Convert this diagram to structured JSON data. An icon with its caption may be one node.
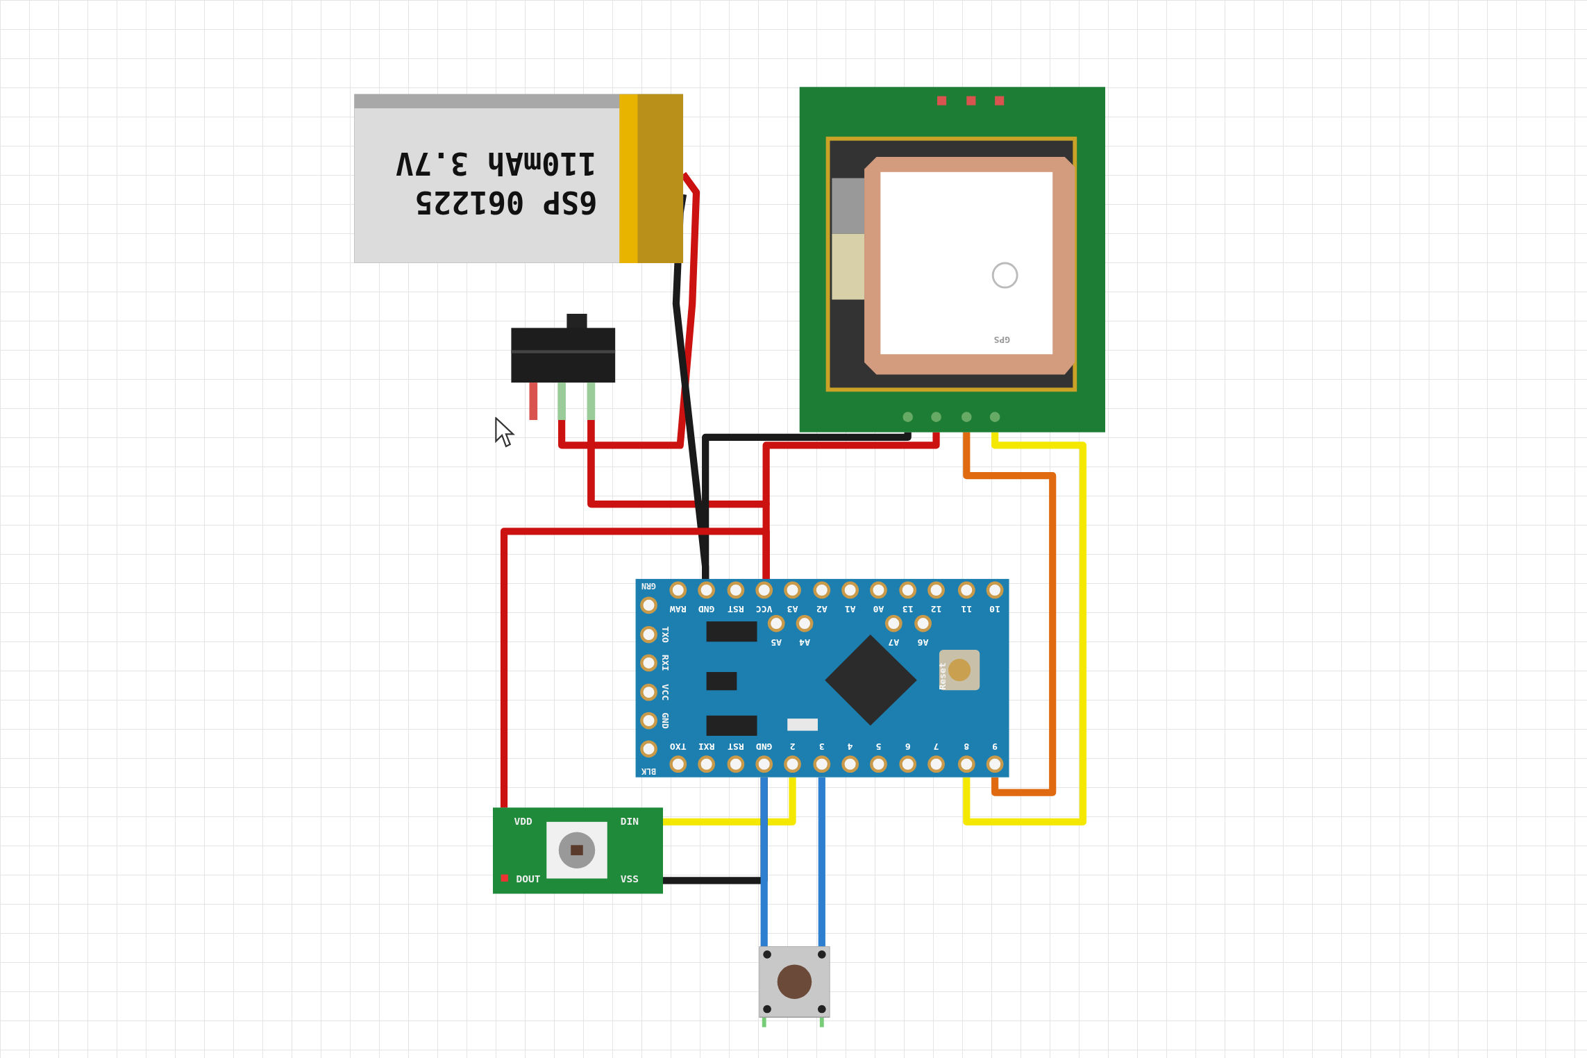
{
  "diagram": {
    "nodes": [
      {
        "text": [
          "6SP 061225",
          "110mAh 3.7V"
        ]
      },
      {
        "text": [
          "GPS"
        ]
      },
      {
        "text": [],
        "shape": "picture"
      },
      {
        "text": [
          "GRN",
          "RAW",
          "GND",
          "RST",
          "VCC",
          "A3",
          "A2",
          "A1",
          "A0",
          "13",
          "12",
          "11",
          "10",
          "TXO",
          "RXI",
          "VCC",
          "GND",
          "A5",
          "A4",
          "A7",
          "A6",
          "Reset",
          "TXO",
          "RXI",
          "RST",
          "GND",
          "2",
          "3",
          "4",
          "5",
          "6",
          "7",
          "8",
          "9",
          "BLK"
        ]
      },
      {
        "text": [
          "VDD",
          "DIN",
          "DOUT",
          "VSS"
        ]
      },
      {
        "text": [],
        "shape": "picture"
      }
    ],
    "edges": [
      {
        "from": 0,
        "to": 2,
        "arrow": "none"
      },
      {
        "from": 2,
        "to": 3,
        "arrow": "none"
      },
      {
        "from": 2,
        "to": 1,
        "arrow": "none"
      },
      {
        "from": 0,
        "to": 3,
        "arrow": "none",
        "color": "#1a1a1a"
      },
      {
        "from": 1,
        "to": 3,
        "arrow": "none",
        "color": "#1a1a1a"
      },
      {
        "from": 1,
        "to": 3,
        "arrow": "none",
        "color": "#e06a10"
      },
      {
        "from": 1,
        "to": 3,
        "arrow": "none",
        "color": "#f5e800"
      },
      {
        "from": 4,
        "to": 3,
        "arrow": "none"
      },
      {
        "from": 3,
        "to": 4,
        "arrow": "none",
        "color": "#f5e800"
      },
      {
        "from": 3,
        "to": 4,
        "arrow": "none",
        "color": "#1a1a1a"
      },
      {
        "from": 3,
        "to": 5,
        "arrow": "none",
        "color": "#2f7fd0"
      },
      {
        "from": 3,
        "to": 5,
        "arrow": "none",
        "color": "#2f7fd0"
      }
    ]
  }
}
